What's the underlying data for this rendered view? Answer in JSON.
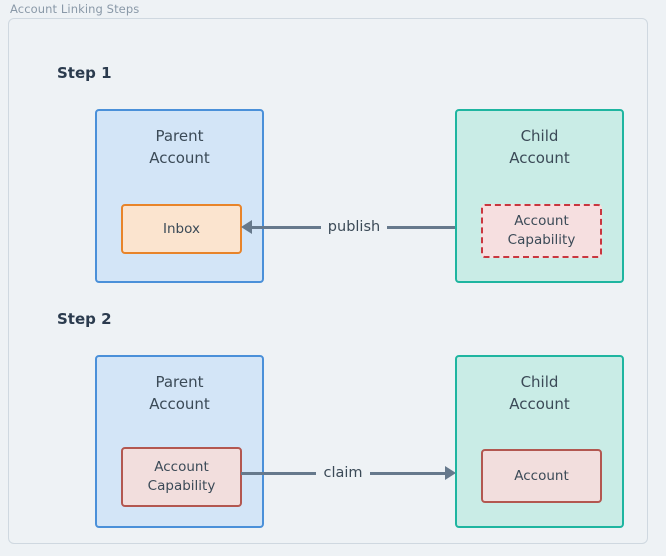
{
  "diagram": {
    "title": "Account Linking Steps",
    "steps": [
      {
        "label": "Step 1",
        "left_box": {
          "title": "Parent\nAccount",
          "inner": {
            "label": "Inbox"
          }
        },
        "right_box": {
          "title": "Child\nAccount",
          "inner": {
            "label": "Account\nCapability"
          }
        },
        "arrow": {
          "label": "publish",
          "direction": "left"
        }
      },
      {
        "label": "Step 2",
        "left_box": {
          "title": "Parent\nAccount",
          "inner": {
            "label": "Account\nCapability"
          }
        },
        "right_box": {
          "title": "Child\nAccount",
          "inner": {
            "label": "Account"
          }
        },
        "arrow": {
          "label": "claim",
          "direction": "right"
        }
      }
    ]
  },
  "colors": {
    "background": "#eef2f5",
    "frame_border": "#cfd8e0",
    "title_text": "#8a99a8",
    "step_text": "#2b3b4e",
    "parent_fill": "#d3e5f7",
    "parent_border": "#4a90d9",
    "child_fill": "#c9ece6",
    "child_border": "#1eb5a0",
    "inbox_fill": "#fbe4cf",
    "inbox_border": "#e8842a",
    "capability_dashed_fill": "#f6dfe0",
    "capability_dashed_border": "#c9363f",
    "capability_solid_fill": "#f2dedd",
    "capability_solid_border": "#b35750",
    "arrow": "#66798c",
    "box_label_text": "#3b4a57"
  }
}
